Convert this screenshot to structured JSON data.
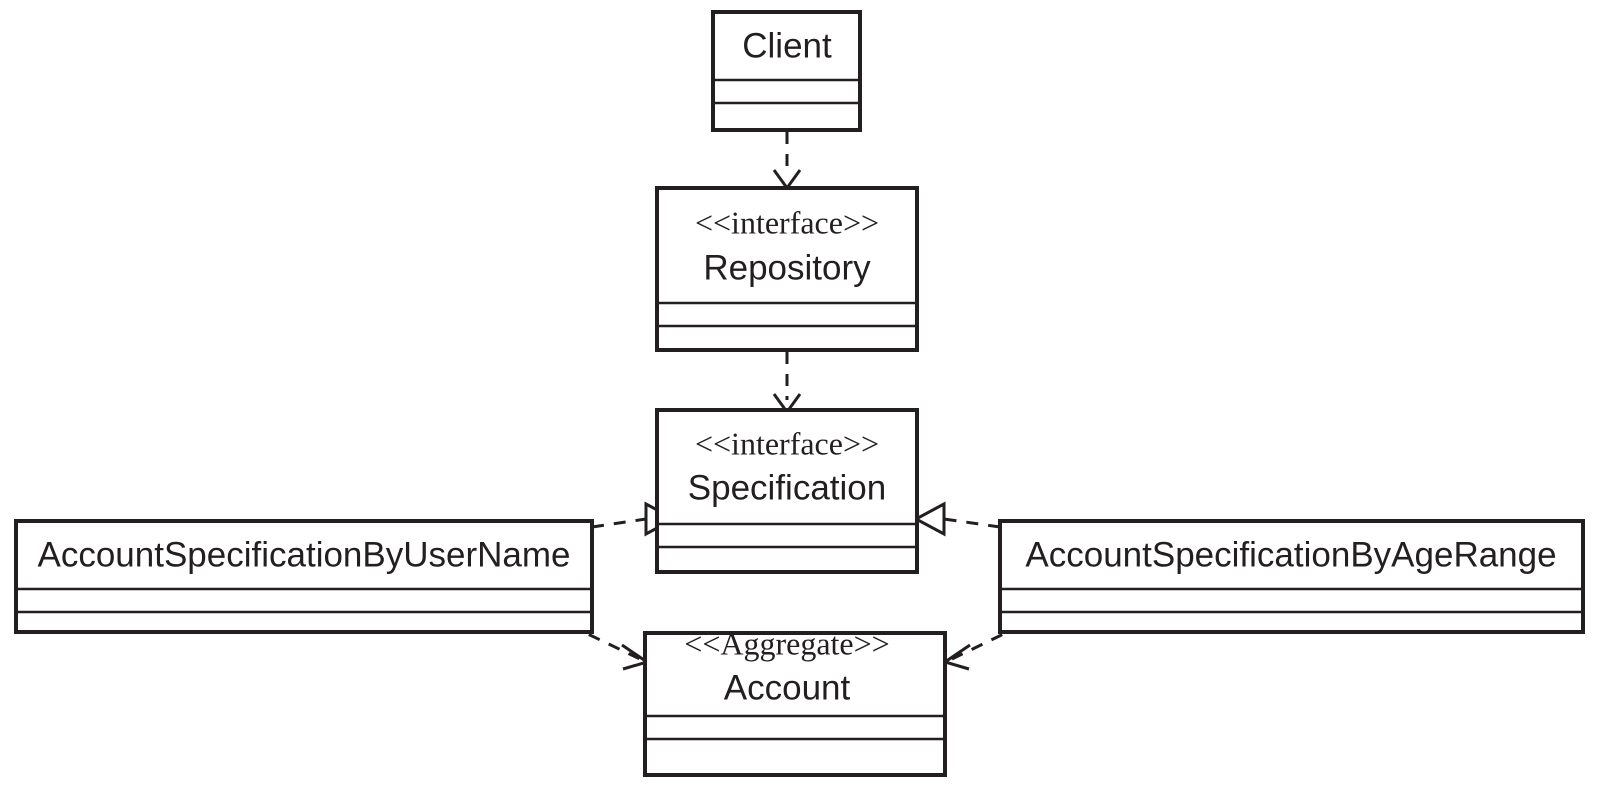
{
  "diagram": {
    "title": "Specification pattern UML class diagram",
    "type": "uml-class-diagram",
    "background_color": "#ffffff",
    "line_color": "#231f20",
    "classes": [
      {
        "id": "client",
        "name": "Client",
        "stereotype": "",
        "compartments": 3
      },
      {
        "id": "repository",
        "name": "Repository",
        "stereotype": "<<interface>>",
        "compartments": 3
      },
      {
        "id": "specification",
        "name": "Specification",
        "stereotype": "<<interface>>",
        "compartments": 3
      },
      {
        "id": "account-spec-by-user-name",
        "name": "AccountSpecificationByUserName",
        "stereotype": "",
        "compartments": 3
      },
      {
        "id": "account-spec-by-age-range",
        "name": "AccountSpecificationByAgeRange",
        "stereotype": "",
        "compartments": 3
      },
      {
        "id": "account",
        "name": "Account",
        "stereotype": "<<Aggregate>>",
        "compartments": 3
      }
    ],
    "relationships": [
      {
        "id": "client-to-repository",
        "from": "client",
        "to": "repository",
        "kind": "dependency",
        "style": "dashed-open-arrow"
      },
      {
        "id": "repository-to-specification",
        "from": "repository",
        "to": "specification",
        "kind": "dependency",
        "style": "dashed-open-arrow"
      },
      {
        "id": "user-name-spec-realizes-specification",
        "from": "account-spec-by-user-name",
        "to": "specification",
        "kind": "realization",
        "style": "dashed-hollow-triangle"
      },
      {
        "id": "age-range-spec-realizes-specification",
        "from": "account-spec-by-age-range",
        "to": "specification",
        "kind": "realization",
        "style": "dashed-hollow-triangle"
      },
      {
        "id": "user-name-spec-to-account",
        "from": "account-spec-by-user-name",
        "to": "account",
        "kind": "dependency",
        "style": "dashed-open-arrow"
      },
      {
        "id": "age-range-spec-to-account",
        "from": "account-spec-by-age-range",
        "to": "account",
        "kind": "dependency",
        "style": "dashed-open-arrow"
      }
    ]
  }
}
